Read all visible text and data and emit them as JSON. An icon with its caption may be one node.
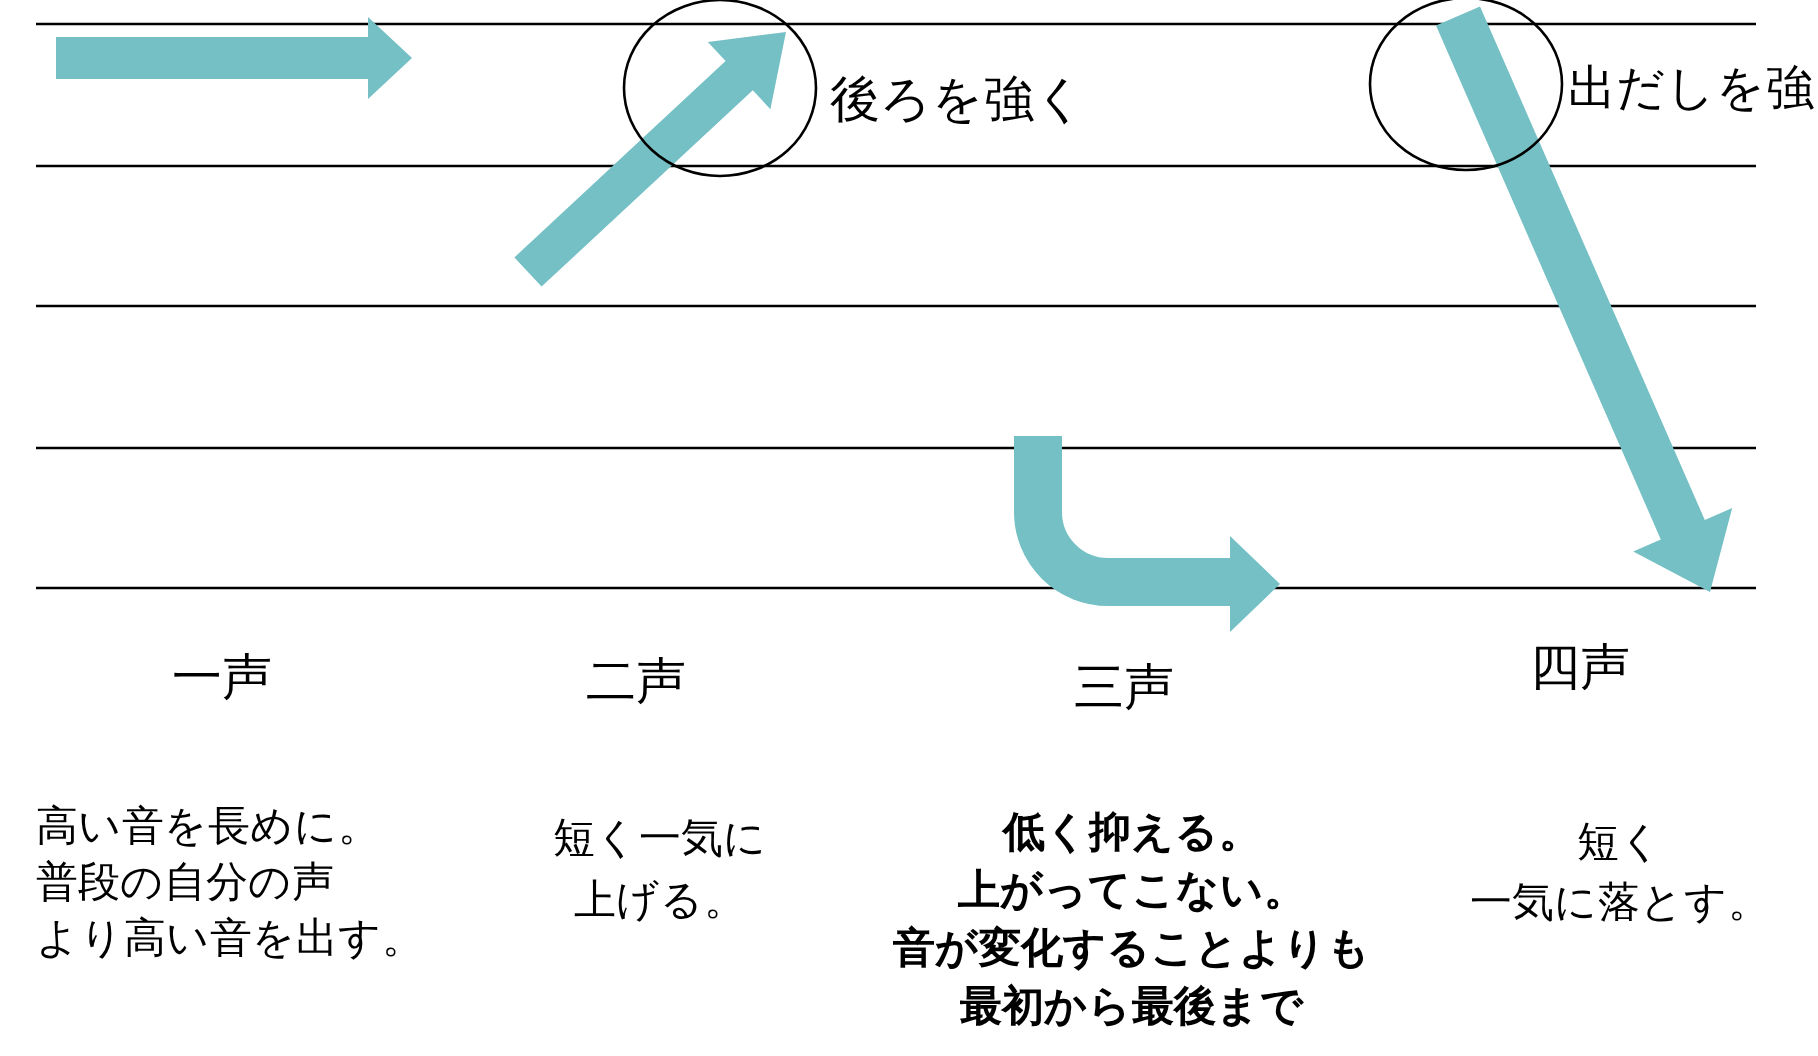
{
  "diagram": {
    "labels": [
      "後ろを強く",
      "出だしを強",
      "一声",
      "二声",
      "三声",
      "四声",
      "高い音を長めに。普段の自分の声より高い音を出す。",
      "短く一気に上げる。",
      "低く抑える。上がってこない。音が変化することよりも最初から最後まで",
      "短く一気に落とす。"
    ]
  }
}
